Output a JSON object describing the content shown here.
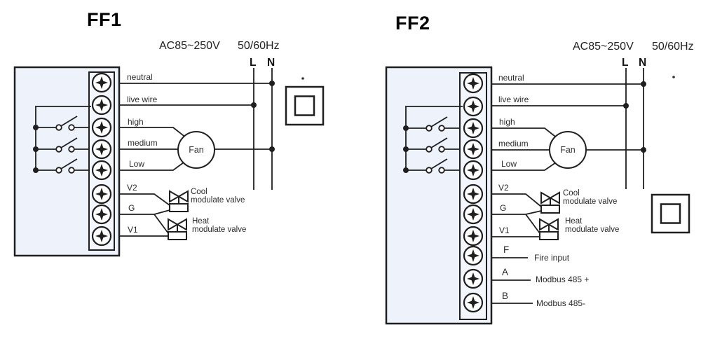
{
  "colors": {
    "line": "#1f1f1f",
    "panel_fill": "#edf2fb",
    "background": "#ffffff"
  },
  "diagrams": [
    {
      "title": "FF1",
      "power_voltage": "AC85~250V",
      "power_frequency": "50/60Hz",
      "line": "L",
      "neutral": "N",
      "terminals": [
        "neutral",
        "live wire",
        "high",
        "medium",
        "Low",
        "V2",
        "G",
        "V1"
      ],
      "fan": "Fan",
      "valves": [
        {
          "name": "Cool",
          "type": "modulate valve"
        },
        {
          "name": "Heat",
          "type": "modulate valve"
        }
      ]
    },
    {
      "title": "FF2",
      "power_voltage": "AC85~250V",
      "power_frequency": "50/60Hz",
      "line": "L",
      "neutral": "N",
      "terminals": [
        "neutral",
        "live wire",
        "high",
        "medium",
        "Low",
        "V2",
        "G",
        "V1"
      ],
      "fan": "Fan",
      "valves": [
        {
          "name": "Cool",
          "type": "modulate valve"
        },
        {
          "name": "Heat",
          "type": "modulate valve"
        }
      ],
      "signals": [
        {
          "terminal": "F",
          "desc": "Fire input"
        },
        {
          "terminal": "A",
          "desc": "Modbus 485 +"
        },
        {
          "terminal": "B",
          "desc": "Modbus 485-"
        }
      ]
    }
  ]
}
